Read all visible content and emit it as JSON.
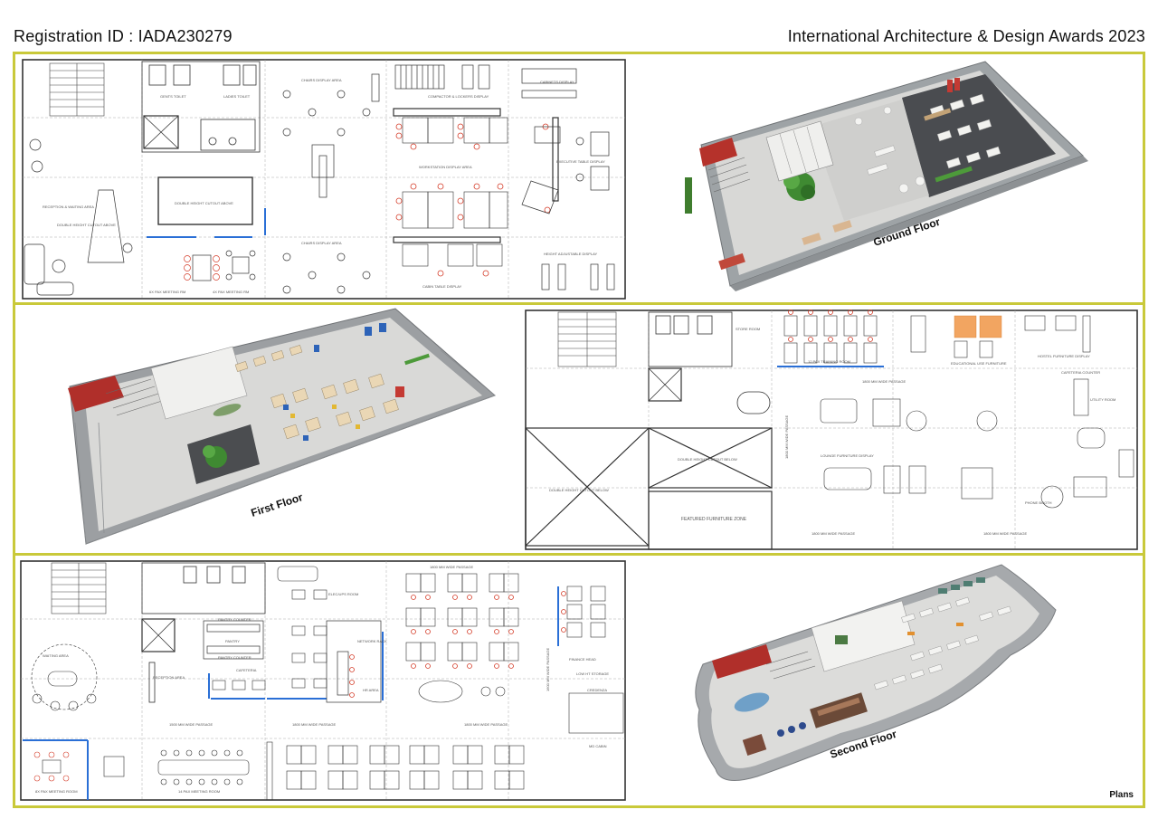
{
  "header": {
    "registration": "Registration ID : IADA230279",
    "event": "International Architecture & Design Awards 2023"
  },
  "views": {
    "ground": "Ground Floor",
    "first": "First Floor",
    "second": "Second Floor"
  },
  "plans_tag": "Plans",
  "ground_plan_labels": {
    "reception": "RECEPTION & WAITING AREA",
    "double_height": "DOUBLE HEIGHT CUTOUT ABOVE",
    "meeting_1": "6X PAX MEETING RM",
    "meeting_2": "4X PAX MEETING RM",
    "chairs_1": "CHAIRS DISPLAY AREA",
    "chairs_2": "CHAIRS DISPLAY AREA",
    "compactor": "COMPACTOR & LOCKERS DISPLAY",
    "workstation": "WORKSTATION DISPLAY AREA",
    "cabin_table": "CABIN TABLE DISPLAY",
    "exec_table": "EXECUTIVE TABLE DISPLAY",
    "height_adj": "HEIGHT ADJUSTABLE DISPLAY",
    "gents": "GENTS TOILET",
    "ladies": "LADIES TOILET",
    "cabinets": "CABINETS DISPLAY"
  },
  "first_plan_labels": {
    "passage_top": "1800 MM WIDE PASSAGE",
    "passage_left": "1800 MM WIDE PASSAGE",
    "passage_bottom_1": "1800 MM WIDE PASSAGE",
    "passage_bottom_2": "1800 MM WIDE PASSAGE",
    "featured": "FEATURED FURNITURE ZONE",
    "cutout_1": "DOUBLE HEIGHT CUTOUT BELOW",
    "cutout_2": "DOUBLE HEIGHT CUTOUT BELOW",
    "training": "12 PAX TRAINING ROOM",
    "educational": "EDUCATIONAL USE FURNITURE",
    "hostel": "HOSTEL FURNITURE DISPLAY",
    "lounge": "LOUNGE FURNITURE DISPLAY",
    "phone": "PHONE BOOTH",
    "store": "STORE ROOM",
    "utility": "UTILITY ROOM",
    "cafeteria_counter": "CAFETERIA COUNTER"
  },
  "second_plan_labels": {
    "waiting": "WAITING AREA",
    "reception": "RECEPTION AREA",
    "pantry_counter_1": "PANTRY COUNTER",
    "pantry": "PANTRY",
    "pantry_counter_2": "PANTRY COUNTER",
    "cafeteria": "CAFETERIA",
    "passage_1": "1500 MM WIDE PASSAGE",
    "passage_2": "1800 MM WIDE PASSAGE",
    "passage_3": "1800 MM WIDE PASSAGE",
    "passage_top": "1800 MM WIDE PASSAGE",
    "passage_vert": "1600 MM WIDE PASSAGE",
    "meeting_8": "8X PAX MEETING ROOM",
    "meeting_14": "14 PAX MEETING ROOM",
    "finance": "FINANCE HEAD",
    "credenza": "CREDENZA",
    "md_cabin": "MD CABIN",
    "elec_ups": "ELEC/UPS ROOM",
    "network": "NETWORK RACK",
    "hr": "HR AREA",
    "lowht": "LOW HT STORAGE"
  }
}
